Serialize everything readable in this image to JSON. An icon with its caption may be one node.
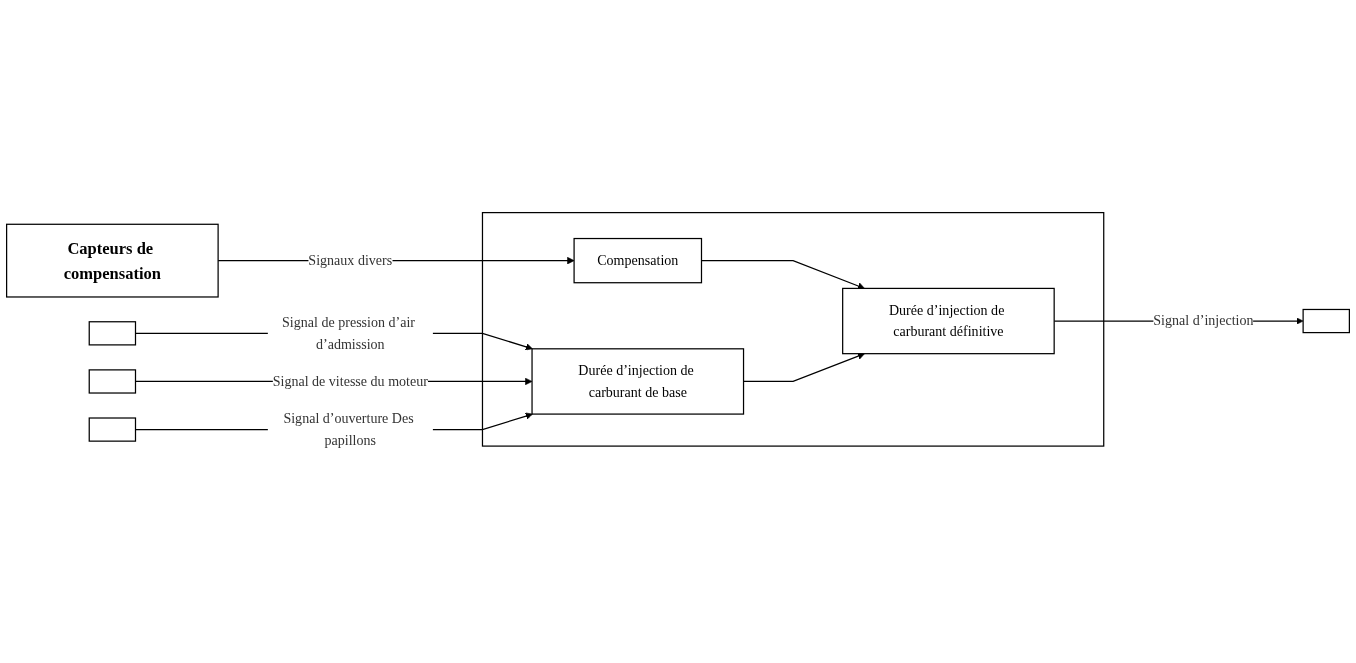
{
  "diagram": {
    "nodes": [
      {
        "text": [],
        "shape": "box"
      },
      {
        "text": [],
        "shape": "box"
      },
      {
        "text": [],
        "shape": "box"
      },
      {
        "text": [
          "Capteurs de compensation"
        ]
      },
      {
        "text": [],
        "shape": "box"
      },
      {
        "text": [],
        "shape": "box"
      },
      {
        "text": [
          "Durée d’injection de carburant de base"
        ],
        "in": 5
      },
      {
        "text": [
          "Compensation"
        ],
        "in": 5
      },
      {
        "text": [
          "Durée d’injection de carburant définitive"
        ],
        "in": 5
      }
    ],
    "edges": [
      {
        "from": 0,
        "to": 6,
        "arrow": "to",
        "label": "Signal de pression d’air d’admission"
      },
      {
        "from": 1,
        "to": 6,
        "arrow": "to",
        "label": "Signal de vitesse du moteur"
      },
      {
        "from": 2,
        "to": 6,
        "arrow": "to",
        "label": "Signal d’ouverture Des papillons"
      },
      {
        "from": 3,
        "to": 7,
        "arrow": "to",
        "label": "Signaux divers"
      },
      {
        "from": 8,
        "to": 4,
        "arrow": "to",
        "label": "Signal d’injection"
      },
      {
        "from": 7,
        "to": 8,
        "arrow": "to"
      },
      {
        "from": 6,
        "to": 8,
        "arrow": "to"
      }
    ]
  }
}
